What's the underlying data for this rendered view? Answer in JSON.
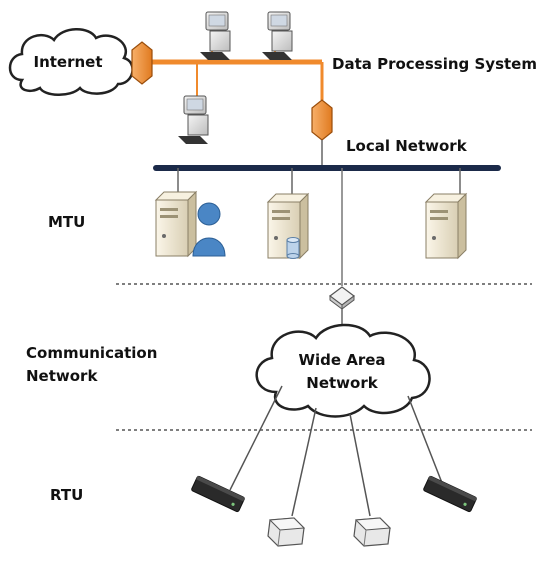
{
  "labels": {
    "internet": "Internet",
    "data_processing": "Data Processing System",
    "local_network": "Local Network",
    "mtu": "MTU",
    "communication": "Communication",
    "network": "Network",
    "wan_line1": "Wide Area",
    "wan_line2": "Network",
    "rtu": "RTU"
  },
  "colors": {
    "orange_bus": "#f08a2c",
    "firewall": "#f2903a",
    "local_bus": "#1b2a49",
    "server_body": "#efe6cf",
    "user_icon": "#4a86c5",
    "dashed_line": "#444444",
    "wire": "#555555",
    "rtu_black": "#2a2a2a",
    "rtu_white": "#e8e8e8"
  },
  "icons": {
    "firewall": "firewall-icon",
    "workstation": "workstation-icon",
    "server": "server-icon",
    "user": "user-icon",
    "database": "database-icon",
    "router": "router-icon",
    "cloud": "cloud-icon",
    "rtu_device": "rtu-device-icon"
  }
}
